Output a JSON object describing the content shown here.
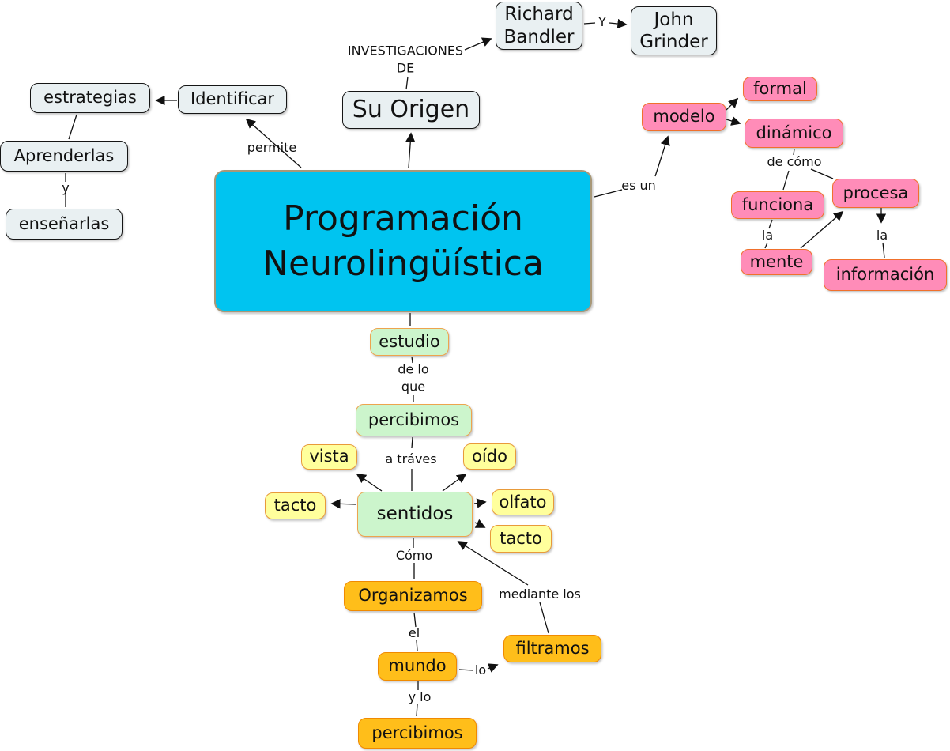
{
  "diagram": {
    "type": "concept-map",
    "topic": "Programación Neurolingüística"
  },
  "colors": {
    "background": "#ffffff",
    "central_fill": "#00C4F0",
    "central_border": "#A89878",
    "origin_fill": "#E9F0F2",
    "origin_border": "#151515",
    "pink_fill": "#FF8CB8",
    "pink_border": "#F0702C",
    "green_fill": "#CCF5CC",
    "green_border": "#EDA44E",
    "yellow_fill": "#FFFF9C",
    "yellow_border": "#E89A3A",
    "gold_fill": "#FFBE1A",
    "gold_border": "#F08A00",
    "line": "#111111",
    "text": "#111111"
  },
  "nodes": {
    "main": {
      "label": "Programación Neurolingüística"
    },
    "su_origen": {
      "label": "Su Origen"
    },
    "richard_bandler": {
      "label": "Richard Bandler"
    },
    "john_grinder": {
      "label": "John Grinder"
    },
    "estrategias": {
      "label": "estrategias"
    },
    "identificar": {
      "label": "Identificar"
    },
    "aprenderlas": {
      "label": "Aprenderlas"
    },
    "ensenarlas": {
      "label": "enseñarlas"
    },
    "modelo": {
      "label": "modelo"
    },
    "formal": {
      "label": "formal"
    },
    "dinamico": {
      "label": "dinámico"
    },
    "funciona": {
      "label": "funciona"
    },
    "procesa": {
      "label": "procesa"
    },
    "mente": {
      "label": "mente"
    },
    "informacion": {
      "label": "información"
    },
    "estudio": {
      "label": "estudio"
    },
    "percibimos_medio": {
      "label": "percibimos"
    },
    "sentidos": {
      "label": "sentidos"
    },
    "vista": {
      "label": "vista"
    },
    "oido": {
      "label": "oído"
    },
    "tacto_izq": {
      "label": "tacto"
    },
    "olfato": {
      "label": "olfato"
    },
    "tacto_der": {
      "label": "tacto"
    },
    "organizamos": {
      "label": "Organizamos"
    },
    "filtramos": {
      "label": "filtramos"
    },
    "mundo": {
      "label": "mundo"
    },
    "percibimos_final": {
      "label": "percibimos"
    }
  },
  "edge_labels": {
    "investigaciones_l1": "INVESTIGACIONES",
    "investigaciones_l2": "DE",
    "y_union": "Y",
    "permite": "permite",
    "y_izq": "y",
    "es_un": "es un",
    "de_como": "de cómo",
    "la_mente": "la",
    "la_informacion": "la",
    "de_lo": "de lo",
    "que": "que",
    "a_traves": "a tráves",
    "como": "Cómo",
    "mediante_los": "mediante los",
    "el": "el",
    "lo": "lo",
    "y_lo": "y lo"
  }
}
